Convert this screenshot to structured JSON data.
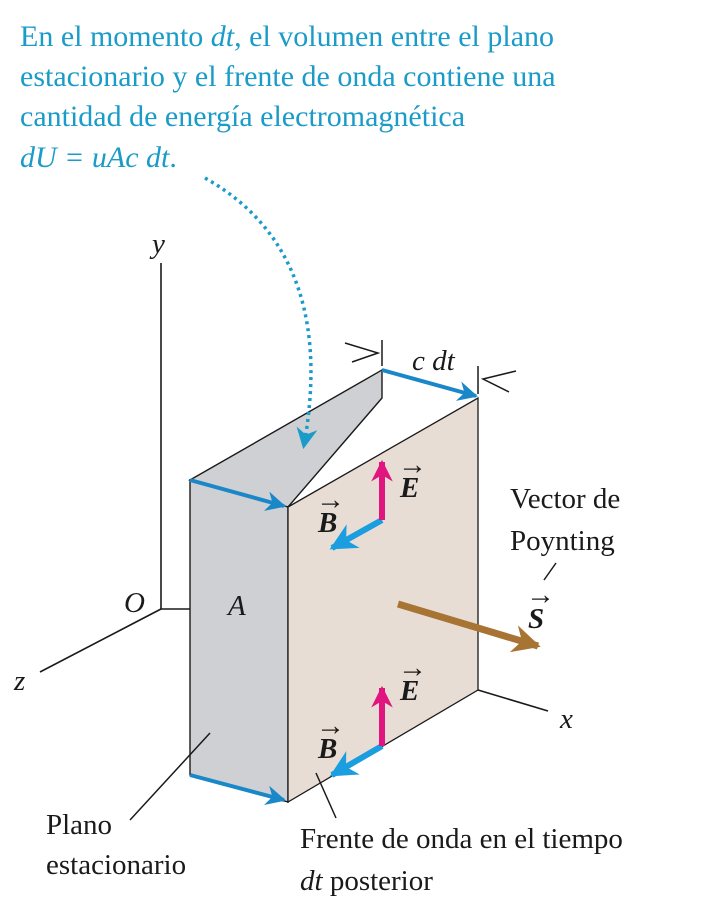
{
  "caption": {
    "line1_pre": "En el momento ",
    "line1_var": "dt",
    "line1_post": ", el volumen entre el plano",
    "line2": "estacionario y el frente de onda contiene una",
    "line3": "cantidad de energía electromagnética",
    "line4_eq": "dU = uAc dt",
    "line4_end": "."
  },
  "axes": {
    "y": "y",
    "x": "x",
    "z": "z",
    "origin": "O"
  },
  "width_label": "c dt",
  "area_label": "A",
  "field_labels": {
    "electric": "E",
    "magnetic": "B",
    "poynting": "S"
  },
  "poynting_label": {
    "line1": "Vector de",
    "line2": "Poynting"
  },
  "stationary_plane_label": {
    "line1": "Plano",
    "line2": "estacionario"
  },
  "wavefront_label": {
    "line1": "Frente de onda en el tiempo",
    "line2_var": "dt",
    "line2_rest": " posterior"
  },
  "colors": {
    "caption_text": "#1a9bc8",
    "blue_arrows": "#1a87c9",
    "electric_field": "#e0157f",
    "magnetic_field": "#1a9ee0",
    "poynting_vector": "#a87433",
    "stationary_plane": "#cfd0d3",
    "wavefront": "#e8ddd4"
  }
}
